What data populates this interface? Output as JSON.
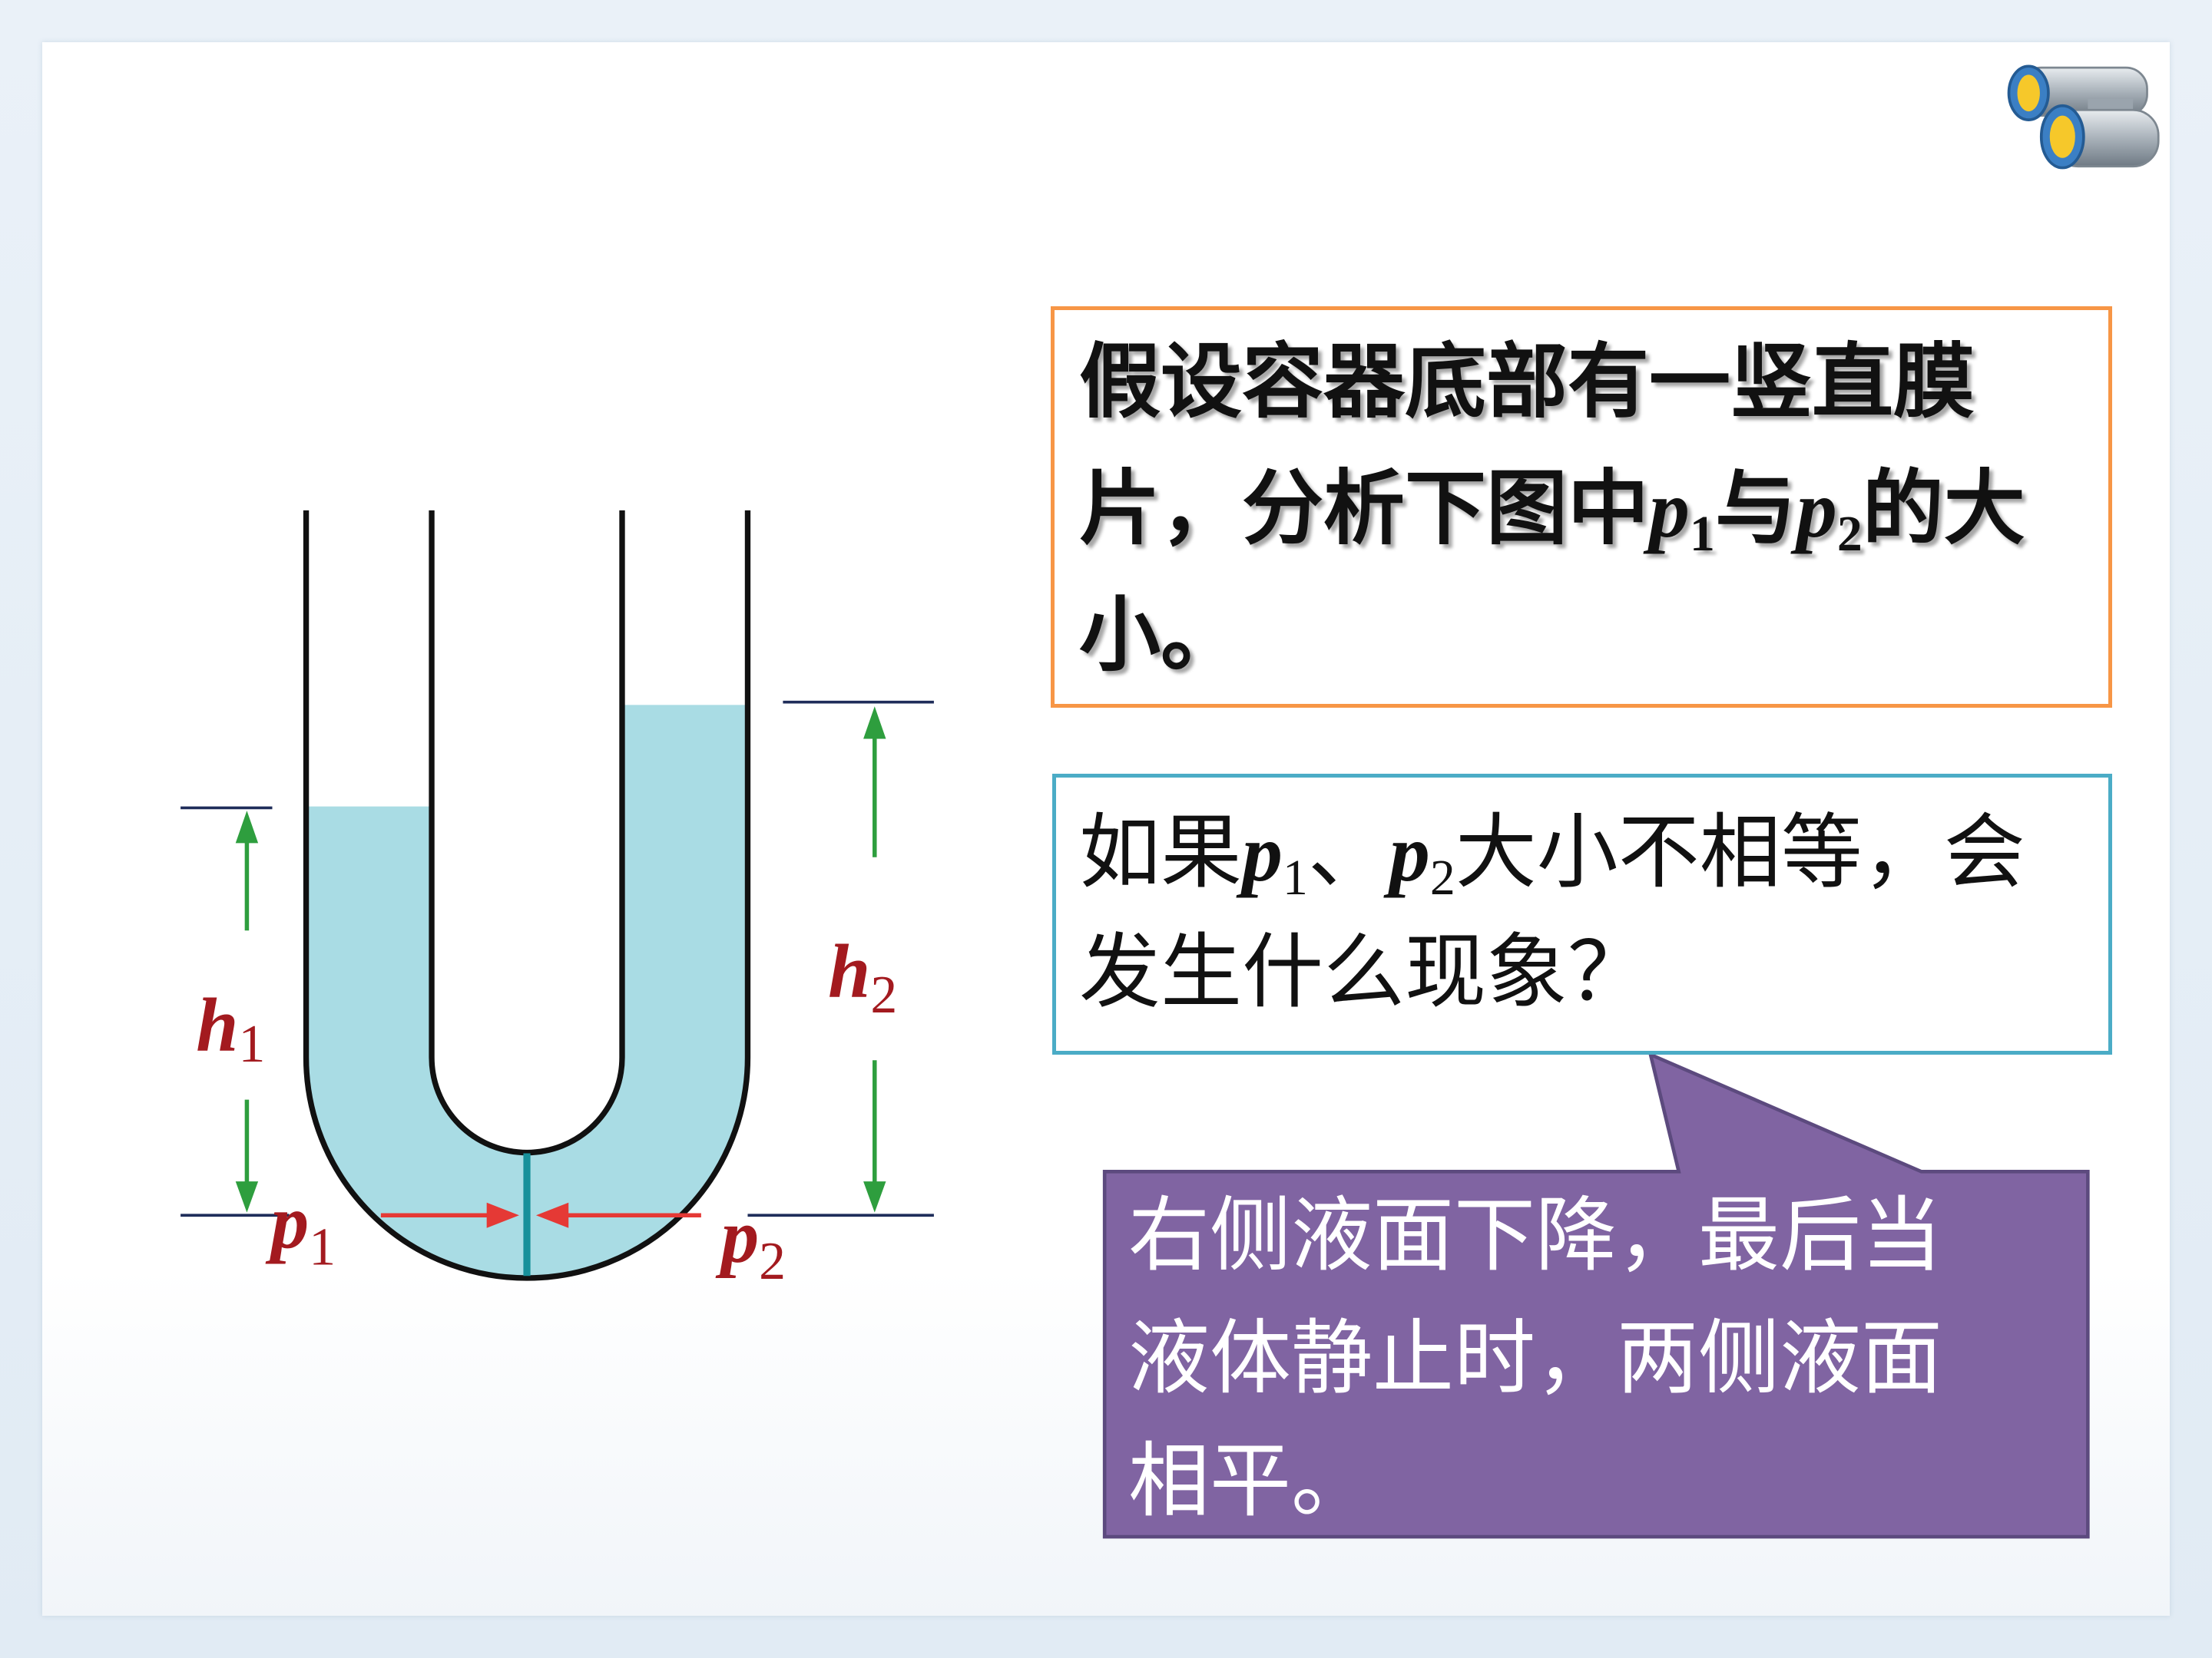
{
  "slide": {
    "question_box": {
      "line1": "假设容器底部有一竖直膜",
      "line2_before": "片，分析下图中",
      "line2_var1": "p",
      "line2_sub1": "1",
      "line2_mid": "与",
      "line2_var2": "p",
      "line2_sub2": "2",
      "line2_after": "的大",
      "line3": "小。",
      "border_color": "#F79646"
    },
    "prompt_box": {
      "line1_before": "如果",
      "line1_var1": "p",
      "line1_sub1": "1",
      "line1_mid": "、",
      "line1_var2": "p",
      "line1_sub2": "2",
      "line1_after": "大小不相等，会",
      "line2": "发生什么现象？",
      "border_color": "#4BACC6"
    },
    "answer_callout": {
      "line1": "右侧液面下降，最后当",
      "line2": "液体静止时，两侧液面",
      "line3": "相平。",
      "fill_color": "#8064A2"
    },
    "diagram": {
      "labels": {
        "h1": {
          "letter": "h",
          "sub": "1"
        },
        "h2": {
          "letter": "h",
          "sub": "2"
        },
        "p1": {
          "letter": "p",
          "sub": "1"
        },
        "p2": {
          "letter": "p",
          "sub": "2"
        }
      },
      "colors": {
        "liquid": "#A9DCE4",
        "membrane": "#17909A",
        "height_arrows": "#2E9E3E",
        "pressure_arrows": "#E53935",
        "labels": "#A31A1F"
      }
    },
    "icons": {
      "corner": "binoculars-icon"
    }
  }
}
